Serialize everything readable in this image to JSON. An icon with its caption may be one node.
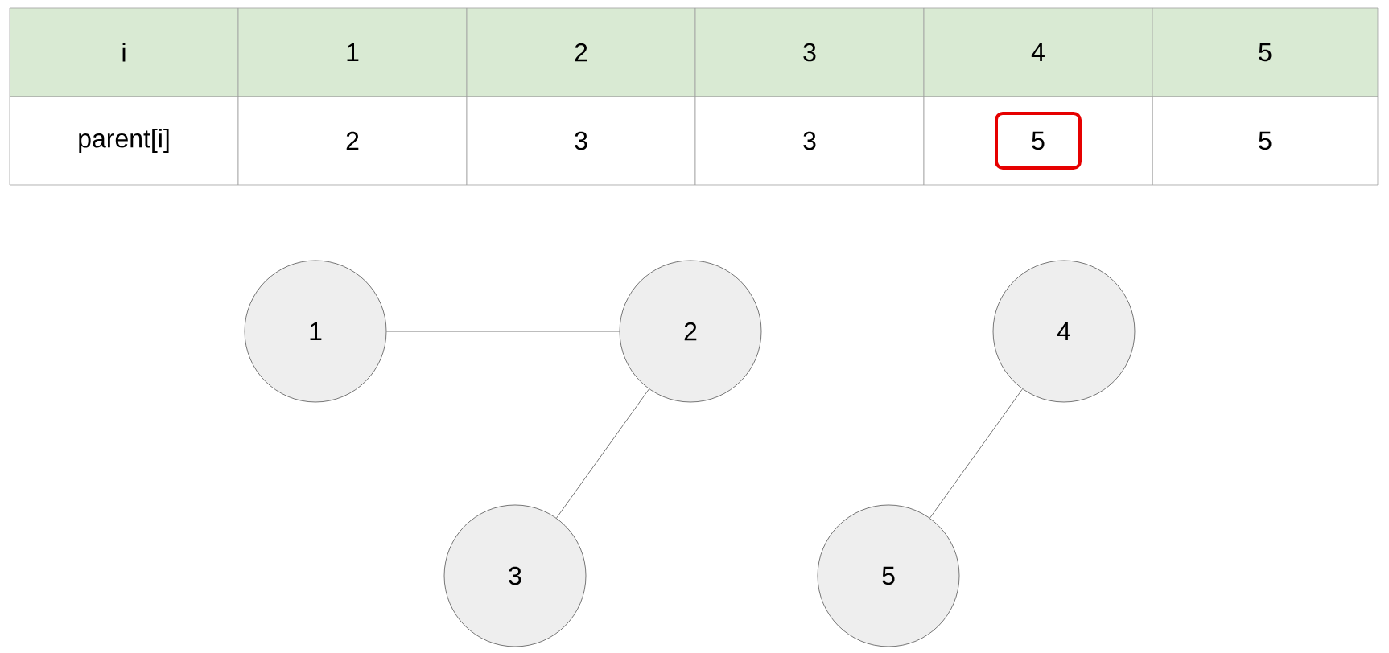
{
  "diagram": {
    "nodes": [
      {
        "text": [
          "5"
        ]
      },
      {
        "text": [
          "1"
        ]
      },
      {
        "text": [
          "2"
        ]
      },
      {
        "text": [
          "4"
        ]
      },
      {
        "text": [
          "3"
        ]
      },
      {
        "text": [
          "5"
        ]
      }
    ],
    "edges": [
      {
        "from": 1,
        "to": 2,
        "arrow": "none"
      },
      {
        "from": 2,
        "to": 4,
        "arrow": "none"
      },
      {
        "from": 3,
        "to": 5,
        "arrow": "none"
      }
    ],
    "labels": [
      "i",
      "1",
      "2",
      "3",
      "4",
      "5",
      "parent[i]",
      "2",
      "3",
      "3",
      "5"
    ]
  }
}
